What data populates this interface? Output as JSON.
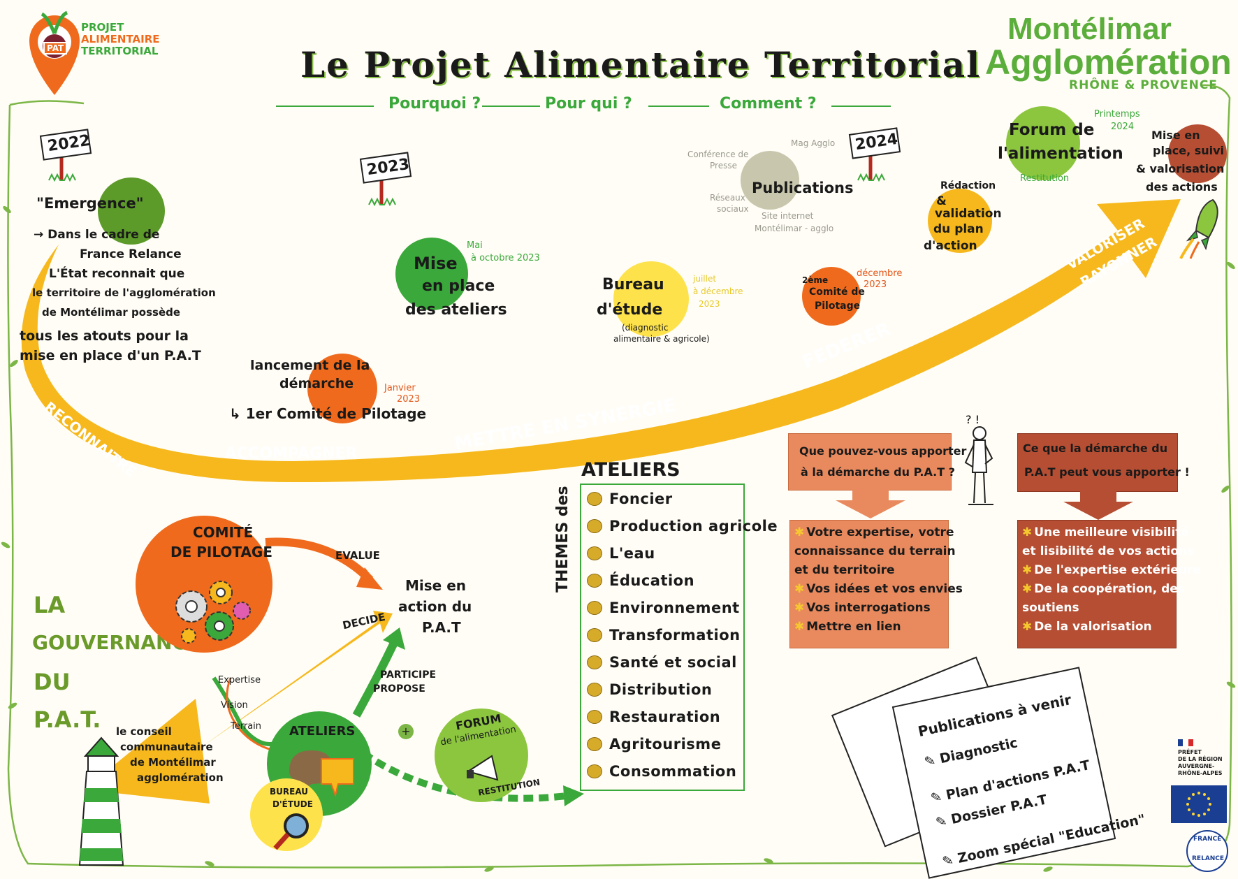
{
  "logo_pat": {
    "line1": "PROJET",
    "line2": "ALIMENTAIRE",
    "line3": "TERRITORIAL",
    "badge": "PAT"
  },
  "brand": {
    "line1": "Montélimar",
    "line2": "Agglomération",
    "line3": "RHÔNE & PROVENCE"
  },
  "title": "Le Projet Alimentaire Territorial",
  "subtitle": {
    "q1": "Pourquoi ?",
    "q2": "Pour qui ?",
    "q3": "Comment ?"
  },
  "years": {
    "y2022": "2022",
    "y2023": "2023",
    "y2024": "2024"
  },
  "arrow_labels": {
    "reconnaitre": "RECONNAITRE",
    "accompagner": "ACCOMPAGNER",
    "synergie": "METTRE EN SYNERGIE",
    "federer": "FEDERER",
    "valoriser": "VALORISER",
    "rayonner": "RAYONNER"
  },
  "emergence": {
    "title": "\"Emergence\"",
    "lines": [
      "→ Dans le cadre de",
      "France Relance",
      "L'État reconnait que",
      "le territoire de l'agglomération",
      "de Montélimar possède",
      "tous les atouts pour la",
      "mise en place d'un P.A.T"
    ]
  },
  "lancement": {
    "line1": "lancement de la",
    "line2": "démarche",
    "line3": "↳ 1er Comité de Pilotage",
    "date1": "Janvier",
    "date2": "2023"
  },
  "ateliers_mise": {
    "line1": "Mise",
    "line2": "en place",
    "line3": "des ateliers",
    "date1": "Mai",
    "date2": "à octobre 2023"
  },
  "bureau": {
    "line1": "Bureau",
    "line2": "d'étude",
    "line3": "(diagnostic",
    "line4": "alimentaire & agricole)",
    "date1": "juillet",
    "date2": "à décembre",
    "date3": "2023"
  },
  "publications": {
    "main": "Publications",
    "c1a": "Conférence de",
    "c1b": "Presse",
    "c2": "Mag Agglo",
    "c3a": "Réseaux",
    "c3b": "sociaux",
    "c4a": "Site internet",
    "c4b": "Montélimar - agglo"
  },
  "comite2": {
    "line1": "2ème",
    "line2": "Comité de",
    "line3": "Pilotage",
    "date1": "décembre",
    "date2": "2023"
  },
  "redaction": {
    "line1": "Rédaction",
    "line2": "&",
    "line3": "validation",
    "line4": "du plan",
    "line5": "d'action"
  },
  "forum_top": {
    "line1": "Forum de",
    "line2": "l'alimentation",
    "date1": "Printemps",
    "date2": "2024",
    "note": "Restitution"
  },
  "mise_en_place": {
    "line1": "Mise en",
    "line2": "place, suivi",
    "line3": "& valorisation",
    "line4": "des actions"
  },
  "gouvernance": {
    "line1": "LA",
    "line2": "GOUVERNANCE",
    "line3": "DU",
    "line4": "P.A.T."
  },
  "comite_pilotage": {
    "line1": "COMITÉ",
    "line2": "DE PILOTAGE"
  },
  "evalue": "EVALUE",
  "decide": "DECIDE",
  "mise_action": {
    "line1": "Mise en",
    "line2": "action du",
    "line3": "P.A.T"
  },
  "participe": {
    "line1": "PARTICIPE",
    "line2": "PROPOSE"
  },
  "flows": {
    "expertise": "Expertise",
    "vision": "Vision",
    "terrain": "Terrain"
  },
  "conseil": {
    "line1": "le conseil",
    "line2": "communautaire",
    "line3": "de Montélimar",
    "line4": "agglomération"
  },
  "ateliers_circle": "ATELIERS",
  "bureau_circle": {
    "line1": "BUREAU",
    "line2": "D'ÉTUDE"
  },
  "forum_bottom": {
    "line1": "FORUM",
    "line2": "de l'alimentation",
    "note": "RESTITUTION"
  },
  "themes": {
    "header": "ATELIERS",
    "side": "THEMES des",
    "items": [
      "Foncier",
      "Production agricole",
      "L'eau",
      "Éducation",
      "Environnement",
      "Transformation",
      "Santé et social",
      "Distribution",
      "Restauration",
      "Agritourisme",
      "Consommation"
    ]
  },
  "question_left": {
    "line1": "Que pouvez-vous apporter",
    "line2": "à la démarche du P.A.T ?"
  },
  "question_right": {
    "line1": "Ce que la démarche du",
    "line2": "P.A.T peut vous apporter !"
  },
  "answers_left": [
    "Votre expertise, votre",
    "connaissance du terrain",
    "et du territoire",
    "Vos idées et vos envies",
    "Vos interrogations",
    "Mettre en lien"
  ],
  "answers_right": [
    "Une meilleure visibilité",
    "et lisibilité de vos actions",
    "De l'expertise extérieure",
    "De la coopération, des",
    "soutiens",
    "De la valorisation"
  ],
  "publications_venir": {
    "title": "Publications à venir",
    "items": [
      "Diagnostic",
      "Plan d'actions P.A.T",
      "Dossier P.A.T",
      "Zoom spécial \"Education\""
    ]
  },
  "prefet": {
    "line1": "PRÉFET",
    "line2": "DE LA RÉGION",
    "line3": "AUVERGNE-",
    "line4": "RHÔNE-ALPES"
  },
  "relance": {
    "line1": "FRANCE",
    "line2": "RELANCE"
  },
  "colors": {
    "arrow": "#f6b81c",
    "green": "#3aa83a",
    "orange": "#ef6a1c",
    "red": "#b54e33"
  }
}
